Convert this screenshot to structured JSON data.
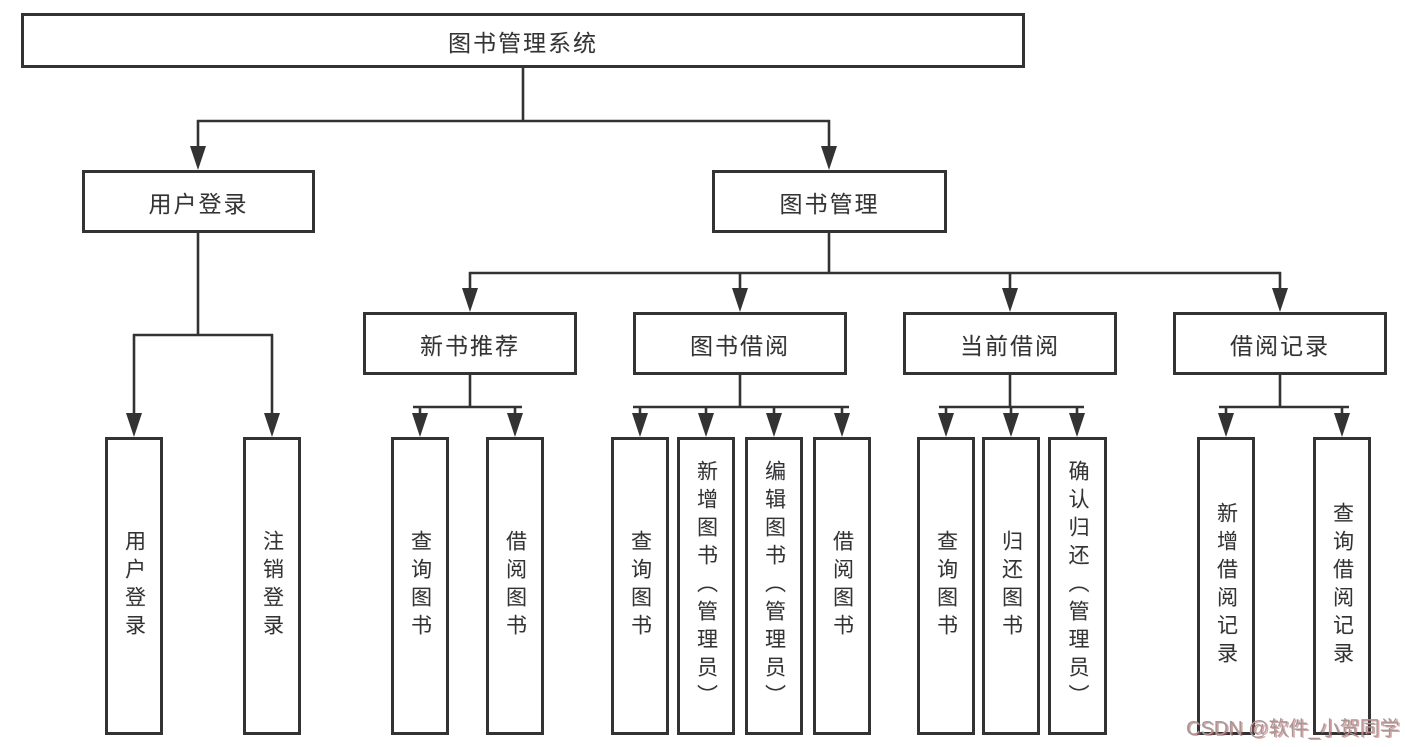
{
  "diagram": {
    "root": {
      "label": "图书管理系统"
    },
    "level2": {
      "user_login": {
        "label": "用户登录"
      },
      "book_management": {
        "label": "图书管理"
      }
    },
    "user_login_children": {
      "login": {
        "label": "用户登录"
      },
      "logout": {
        "label": "注销登录"
      }
    },
    "level3": {
      "new_book_recommend": {
        "label": "新书推荐"
      },
      "book_borrow": {
        "label": "图书借阅"
      },
      "current_borrow": {
        "label": "当前借阅"
      },
      "borrow_record": {
        "label": "借阅记录"
      }
    },
    "new_book_recommend_children": {
      "query_book": {
        "label": "查询图书"
      },
      "borrow_book": {
        "label": "借阅图书"
      }
    },
    "book_borrow_children": {
      "query_book": {
        "label": "查询图书"
      },
      "add_book": {
        "label": "新增图书（管理员）"
      },
      "edit_book": {
        "label": "编辑图书（管理员）"
      },
      "borrow_book": {
        "label": "借阅图书"
      }
    },
    "current_borrow_children": {
      "query_book": {
        "label": "查询图书"
      },
      "return_book": {
        "label": "归还图书"
      },
      "confirm_return": {
        "label": "确认归还（管理员）"
      }
    },
    "borrow_record_children": {
      "add_record": {
        "label": "新增借阅记录"
      },
      "query_record": {
        "label": "查询借阅记录"
      }
    }
  },
  "watermark": {
    "text": "CSDN @软件_小贺同学"
  },
  "colors": {
    "line": "#333333",
    "text": "#333333",
    "background": "#ffffff",
    "watermark_gray": "#9c9c9c",
    "watermark_red": "#d65050"
  }
}
